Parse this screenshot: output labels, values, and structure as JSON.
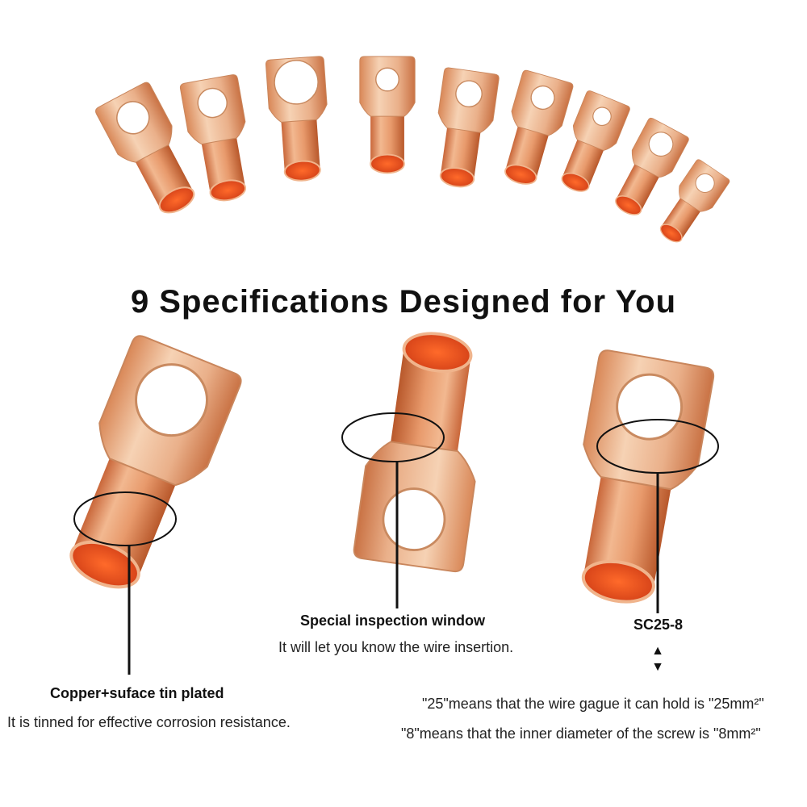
{
  "title": "9  Specifications Designed for You",
  "features": [
    {
      "heading": "Copper+suface tin plated",
      "text": "It is tinned for effective corrosion resistance."
    },
    {
      "heading": "Special inspection window",
      "text": "It will let you know the wire insertion."
    },
    {
      "heading": "SC25-8",
      "lines": [
        "\"25\"means that the wire gague it can hold is \"25mm²\"",
        "\"8\"means that the inner diameter of the screw is \"8mm²\""
      ]
    }
  ],
  "icons": {
    "up": "▲",
    "down": "▼"
  },
  "colors": {
    "copper_light": "#f3c9a6",
    "copper_mid": "#e39a6c",
    "copper_dark": "#c2622f",
    "opening": "#e2471c"
  }
}
